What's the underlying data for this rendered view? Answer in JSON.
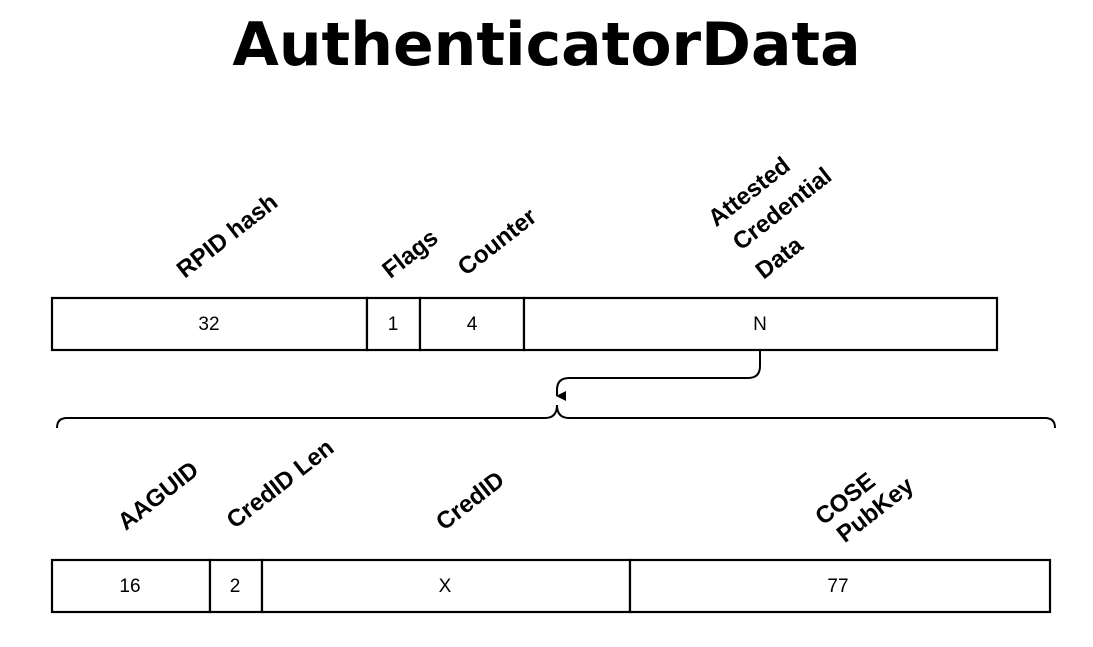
{
  "title": "AuthenticatorData",
  "top_row": {
    "fields": [
      {
        "label": [
          "RPID hash"
        ],
        "size": "32"
      },
      {
        "label": [
          "Flags"
        ],
        "size": "1"
      },
      {
        "label": [
          "Counter"
        ],
        "size": "4"
      },
      {
        "label": [
          "Attested",
          "Credential",
          "Data"
        ],
        "size": "N"
      }
    ]
  },
  "bottom_row": {
    "fields": [
      {
        "label": [
          "AAGUID"
        ],
        "size": "16"
      },
      {
        "label": [
          "CredID Len"
        ],
        "size": "2"
      },
      {
        "label": [
          "CredID"
        ],
        "size": "X"
      },
      {
        "label": [
          "COSE",
          "PubKey"
        ],
        "size": "77"
      }
    ]
  }
}
